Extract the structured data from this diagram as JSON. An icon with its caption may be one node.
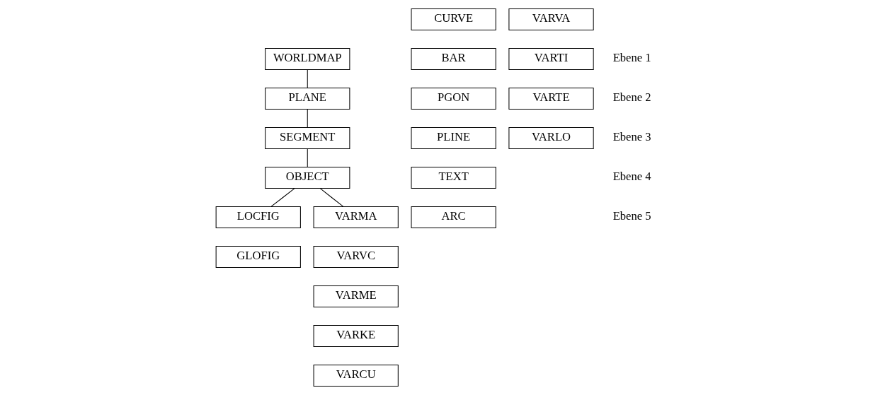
{
  "diagram": {
    "nodes": [
      {
        "text": [
          "WORLDMAP"
        ]
      },
      {
        "text": [
          "PLANE"
        ]
      },
      {
        "text": [
          "SEGMENT"
        ]
      },
      {
        "text": [
          "OBJECT"
        ]
      },
      {
        "text": [
          "CURVE"
        ]
      },
      {
        "text": [
          "LOCFIG"
        ]
      },
      {
        "text": [
          "BAR"
        ]
      },
      {
        "text": [
          "GLOFIG"
        ]
      },
      {
        "text": [
          "PGON"
        ]
      },
      {
        "text": [
          "PLINE"
        ]
      },
      {
        "text": [
          "TEXT"
        ]
      },
      {
        "text": [
          "ARC"
        ]
      },
      {
        "text": [
          "VARVA"
        ]
      },
      {
        "text": [
          "VARMA"
        ]
      },
      {
        "text": [
          "VARTI"
        ]
      },
      {
        "text": [
          "VARVC"
        ]
      },
      {
        "text": [
          "VARTE"
        ]
      },
      {
        "text": [
          "VARME"
        ]
      },
      {
        "text": [
          "VARLO"
        ]
      },
      {
        "text": [
          "VARKE"
        ]
      },
      {
        "text": [
          "VARCU"
        ]
      }
    ],
    "edges": [
      {
        "from": 0,
        "to": 1,
        "arrow": "none"
      },
      {
        "from": 1,
        "to": 2,
        "arrow": "none"
      },
      {
        "from": 2,
        "to": 3,
        "arrow": "none"
      },
      {
        "from": 3,
        "to": 5,
        "arrow": "none"
      },
      {
        "from": 3,
        "to": 13,
        "arrow": "none"
      }
    ],
    "labels": [
      "Ebene 1",
      "Ebene 2",
      "Ebene 3",
      "Ebene 4",
      "Ebene 5"
    ]
  }
}
